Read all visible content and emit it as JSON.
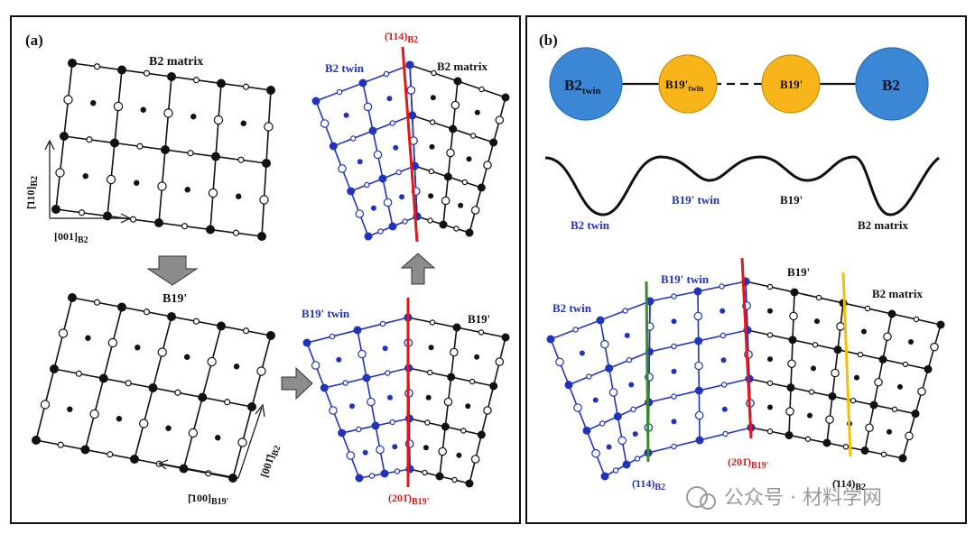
{
  "panel_a": {
    "label": "(a)",
    "b2_matrix": "B2 matrix",
    "axis_110": "[̄110]",
    "axis_110_sub": "B2",
    "axis_001": "[001]",
    "axis_001_sub": "B2",
    "b19p": "B19'",
    "axis_100": "[̄100]",
    "axis_100_sub": "B19'",
    "axis_00_1": "[001̄]",
    "axis_00_1_sub": "B2",
    "twin_b2": "B2 twin",
    "twin_b2_matrix": "B2 matrix",
    "plane_114": "(̄114)",
    "plane_114_sub": "B2",
    "twin_b19": "B19' twin",
    "twin_b19_right": "B19'",
    "plane_201": "(201̄)",
    "plane_201_sub": "B19'"
  },
  "panel_b": {
    "label": "(b)",
    "nodes": [
      {
        "main": "B2",
        "sub": "twin",
        "color": "#3b87d6"
      },
      {
        "main": "B19'",
        "sub": "twin",
        "color": "#f7b51a"
      },
      {
        "main": "B19'",
        "sub": "",
        "color": "#f7b51a"
      },
      {
        "main": "B2",
        "sub": "",
        "color": "#3b87d6"
      }
    ],
    "energy_labels": {
      "b2_twin": "B2 twin",
      "b19_twin": "B19' twin",
      "b19": "B19'",
      "b2_matrix": "B2 matrix"
    },
    "lattice_labels": {
      "b2_twin": "B2 twin",
      "b19_twin": "B19' twin",
      "b19": "B19'",
      "b2_matrix": "B2 matrix",
      "plane_114_left": "(̄114)",
      "plane_114_left_sub": "B2",
      "plane_201": "(201̄)",
      "plane_201_sub": "B19'",
      "plane_114_right": "(̄114)",
      "plane_114_right_sub": "B2"
    }
  },
  "watermark": "公众号 · 材料学网",
  "colors": {
    "twin_blue": "#2233bb",
    "plane_red": "#e01818",
    "plane_green": "#3a8a2a",
    "plane_yellow": "#f2c200",
    "node_blue": "#3b87d6",
    "node_orange": "#f7b51a"
  }
}
